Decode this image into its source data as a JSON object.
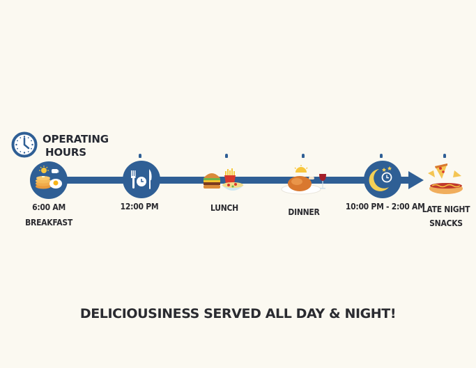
{
  "header": {
    "title_line1": "OPERATING",
    "title_line2": "HOURS",
    "icon": "clock-icon"
  },
  "colors": {
    "background": "#fbf9f1",
    "accent": "#2f5f95",
    "text": "#2b2b30"
  },
  "timeline": [
    {
      "time": "6:00 AM",
      "label": "BREAKFAST",
      "icon": "pancakes-egg-coffee-icon"
    },
    {
      "time": "12:00 PM",
      "label": "",
      "icon": "fork-knife-clock-icon"
    },
    {
      "time": "",
      "label": "LUNCH",
      "icon": "burger-fries-salad-icon"
    },
    {
      "time": "",
      "label": "DINNER",
      "icon": "roast-chicken-wine-icon"
    },
    {
      "time": "10:00 PM - 2:00 AM",
      "label": "",
      "icon": "moon-clock-icon"
    },
    {
      "time": "",
      "label": "LATE NIGHT SNACKS",
      "label_line1": "LATE NIGHT",
      "label_line2": "SNACKS",
      "icon": "pizza-hotdog-nachos-icon"
    }
  ],
  "tagline": "DELICIOUSINESS SERVED ALL DAY & NIGHT!"
}
